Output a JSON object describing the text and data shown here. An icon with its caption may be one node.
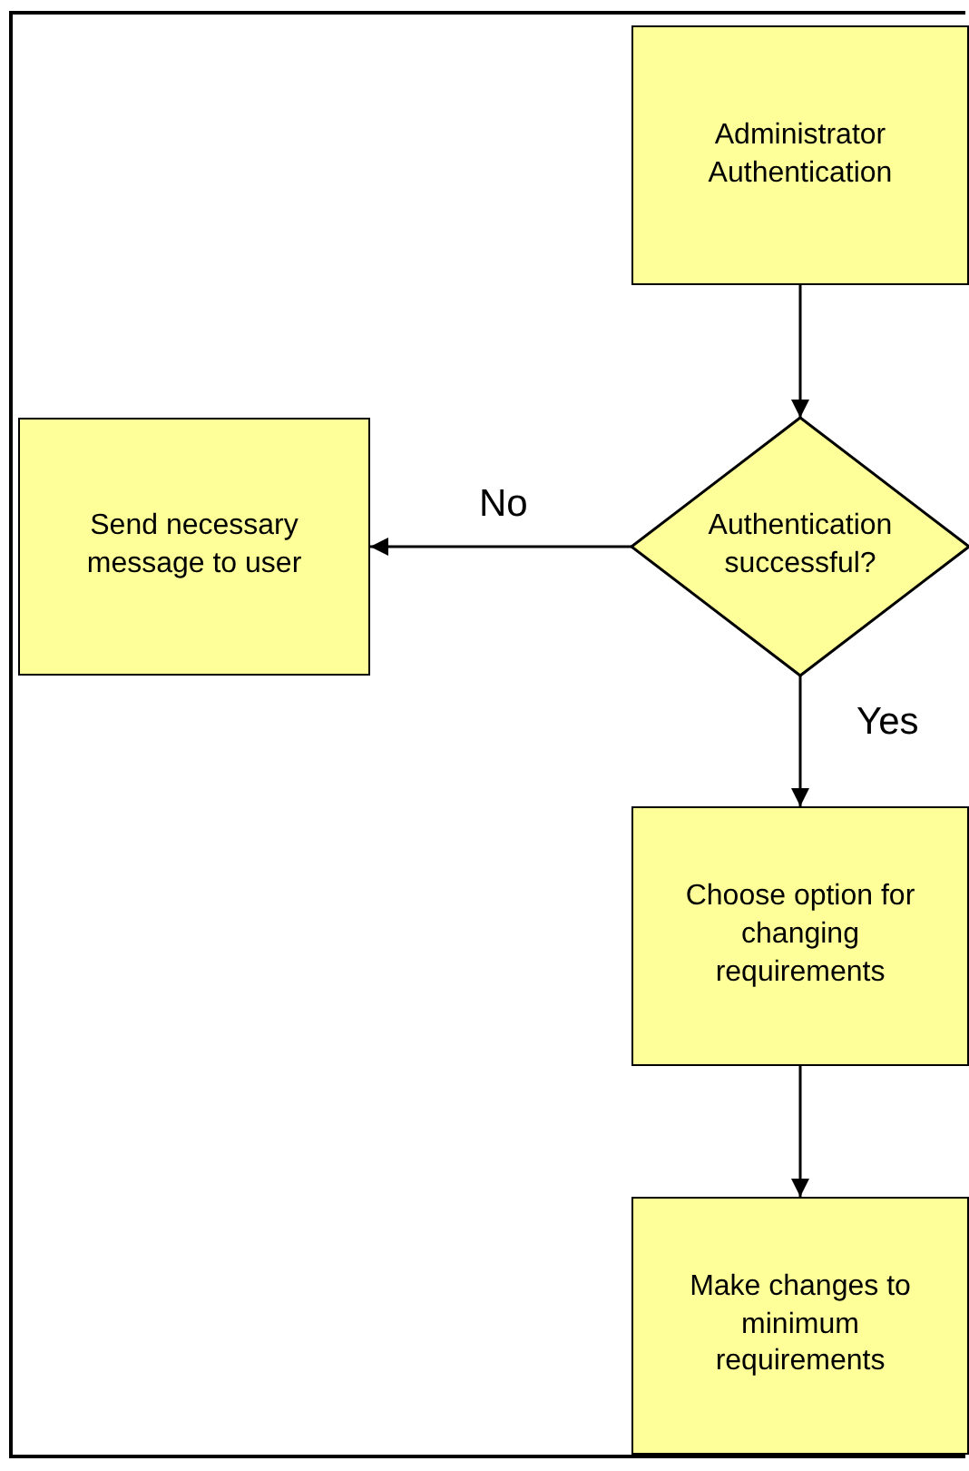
{
  "diagram": {
    "nodes": [
      {
        "text": [
          "Administrator Authentication"
        ]
      },
      {
        "text": [
          "Authentication successful?"
        ]
      },
      {
        "text": [
          "Send necessary message to user"
        ]
      },
      {
        "text": [
          "Choose option for changing requirements"
        ]
      },
      {
        "text": [
          "Make changes to minimum requirements"
        ]
      }
    ],
    "edges": [
      {
        "from": 0,
        "to": 1,
        "arrow": "to"
      },
      {
        "from": 1,
        "to": 2,
        "arrow": "to",
        "label": "No"
      },
      {
        "from": 1,
        "to": 3,
        "arrow": "to",
        "label": "Yes"
      },
      {
        "from": 3,
        "to": 4,
        "arrow": "to"
      }
    ]
  }
}
